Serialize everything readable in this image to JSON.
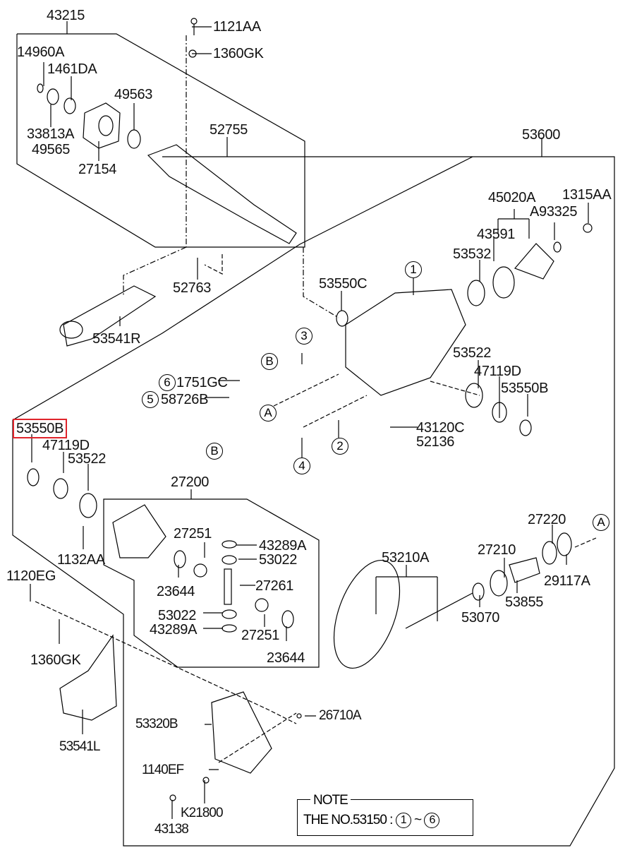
{
  "diagram": {
    "title": "Rear Differential / Carrier Assembly Parts Diagram",
    "highlight_color": "#e0242b",
    "groups": {
      "propeller_shaft_assembly": "43215",
      "carrier_assembly": "53600",
      "differential_case_assembly": "27200",
      "ring_pinion_gear_set": "53210A"
    },
    "labels": {
      "p43215": "43215",
      "p1121AA": "1121AA",
      "p1360GK_top": "1360GK",
      "p14960A": "14960A",
      "p1461DA": "1461DA",
      "p49563": "49563",
      "p33813A": "33813A",
      "p49565": "49565",
      "p52755": "52755",
      "p27154": "27154",
      "p53600": "53600",
      "p45020A": "45020A",
      "p1315AA": "1315AA",
      "pA93325": "A93325",
      "p43591": "43591",
      "p53532": "53532",
      "p52763": "52763",
      "p53550C": "53550C",
      "p53541R": "53541R",
      "p53522_right": "53522",
      "p47119D_right": "47119D",
      "p53550B_right": "53550B",
      "p1751GC": "1751GC",
      "p58726B": "58726B",
      "p43120C": "43120C",
      "p52136": "52136",
      "p53550B_left": "53550B",
      "p47119D_left": "47119D",
      "p53522_left": "53522",
      "p27200": "27200",
      "p1132AA": "1132AA",
      "p27251_a": "27251",
      "p43289A_a": "43289A",
      "p53022_a": "53022",
      "p23644_a": "23644",
      "p27261": "27261",
      "p53022_b": "53022",
      "p43289A_b": "43289A",
      "p27251_b": "27251",
      "p23644_b": "23644",
      "p1120EG": "1120EG",
      "p1360GK_left": "1360GK",
      "p53541L": "53541L",
      "p27220": "27220",
      "p53210A": "53210A",
      "p27210": "27210",
      "p29117A": "29117A",
      "p53855": "53855",
      "p53070": "53070",
      "p53320B": "53320B",
      "p26710A": "26710A",
      "p1140EF": "1140EF",
      "pK21800": "K21800",
      "p43138": "43138"
    },
    "callouts": {
      "c1": "1",
      "c2": "2",
      "c3": "3",
      "c4": "4",
      "c5": "5",
      "c6": "6",
      "refA1": "A",
      "refA2": "A",
      "refB1": "B",
      "refB2": "B"
    },
    "highlighted_part": "53550B",
    "note": {
      "title": "NOTE",
      "text": "THE NO.53150 :",
      "from": "1",
      "sep": "~",
      "to": "6"
    }
  }
}
